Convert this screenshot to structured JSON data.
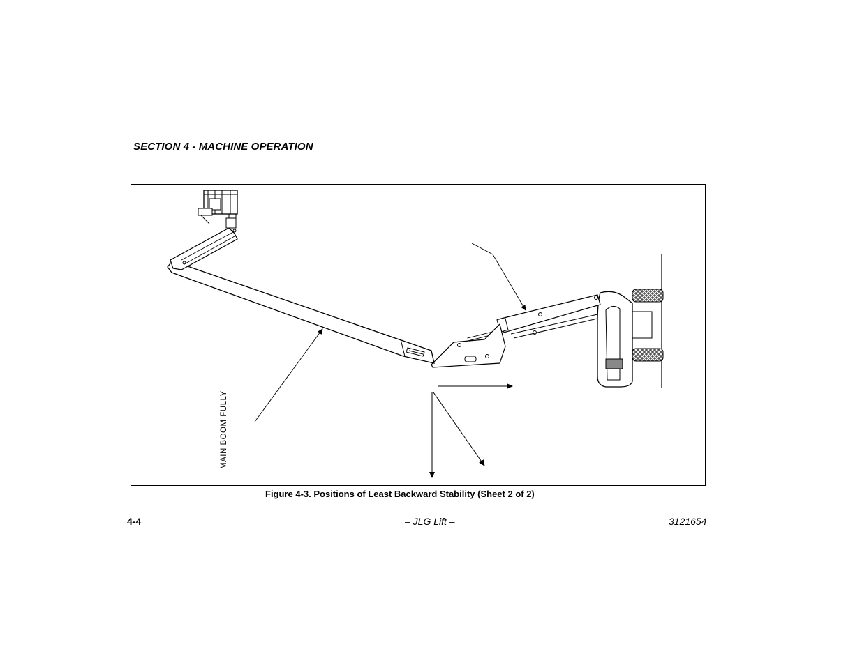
{
  "header": {
    "section_title": "SECTION 4 - MACHINE OPERATION"
  },
  "figure": {
    "callout_label": "MAIN BOOM FULLY",
    "caption": "Figure 4-3. Positions of Least Backward Stability (Sheet 2 of 2)"
  },
  "footer": {
    "page_number": "4-4",
    "center_text": "– JLG Lift –",
    "doc_number": "3121654"
  }
}
